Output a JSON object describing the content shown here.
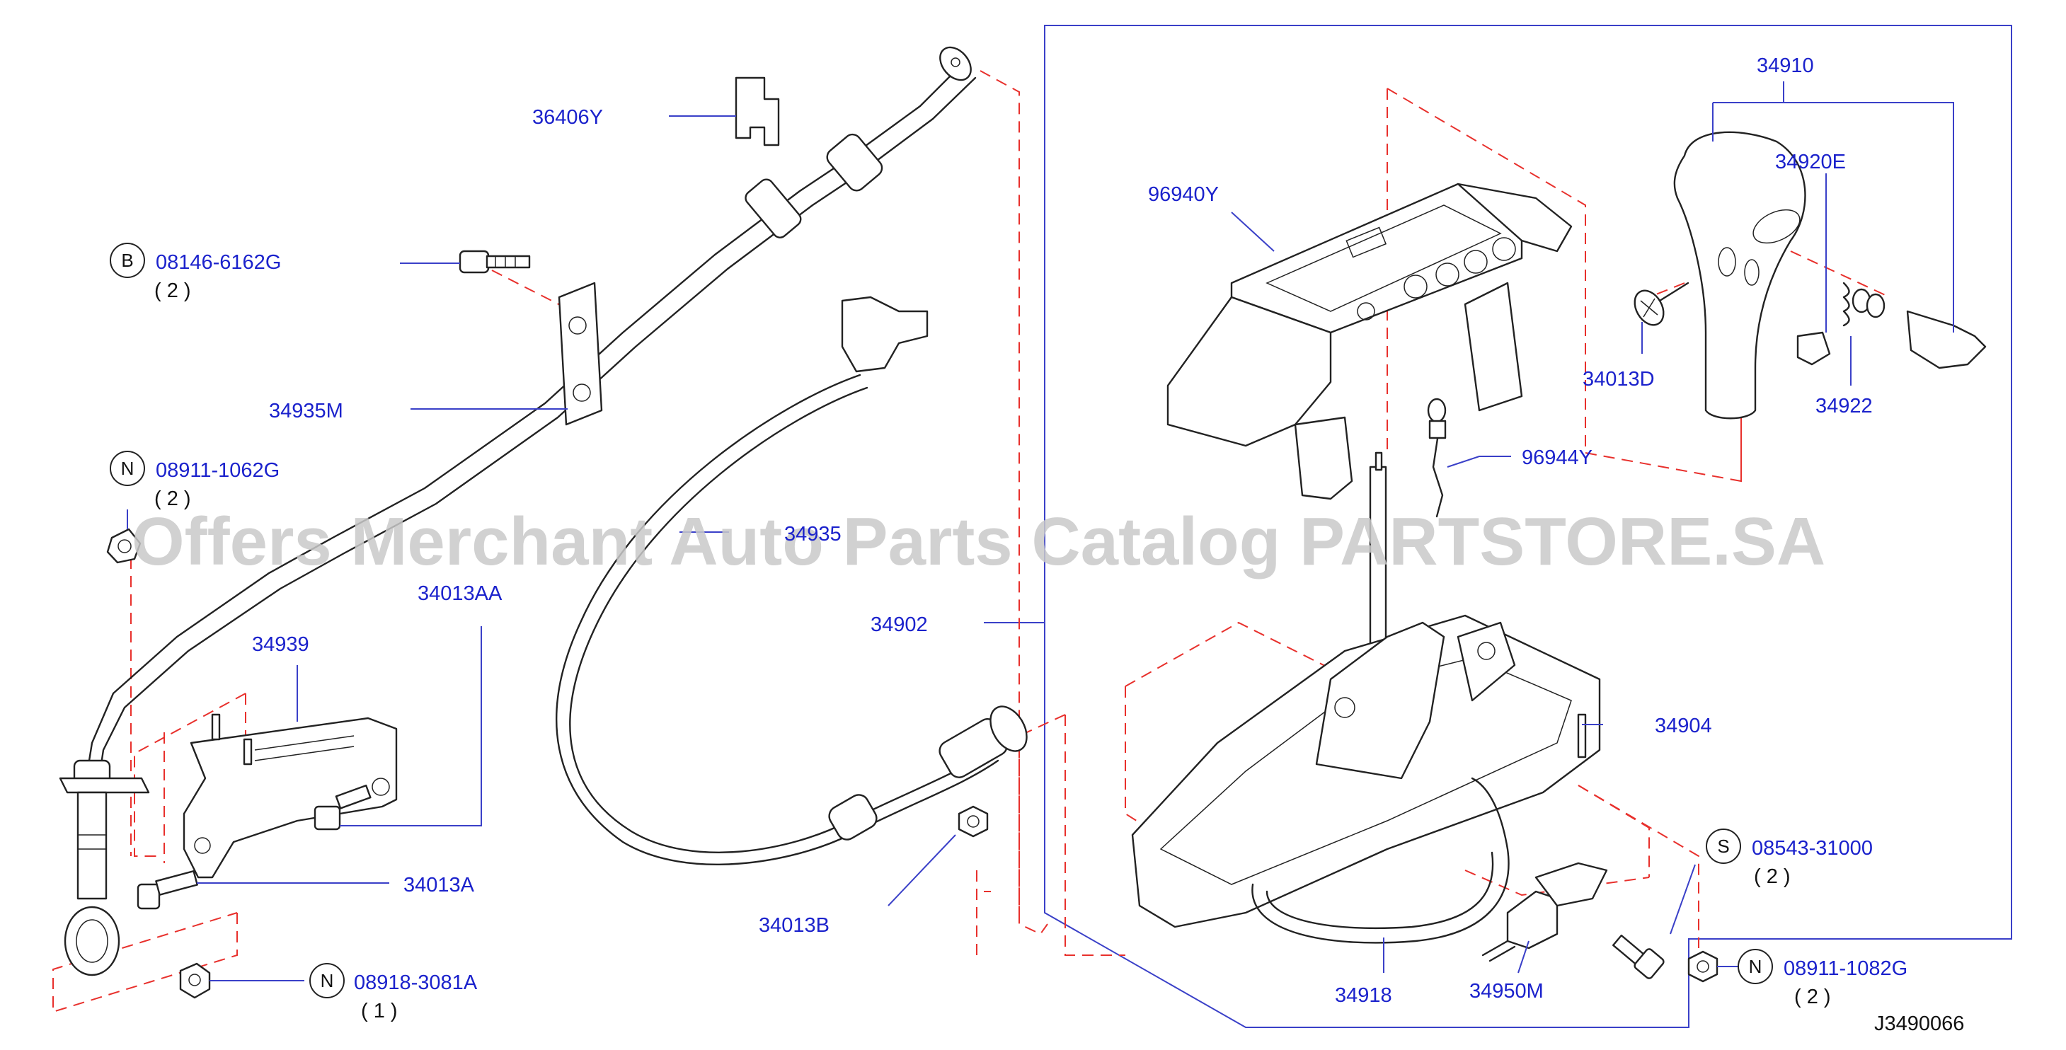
{
  "watermark": "Offers Merchant Auto Parts Catalog PARTSTORE.SA",
  "diagram_code": "J3490066",
  "prefix_letters": {
    "b": "B",
    "n": "N",
    "s": "S"
  },
  "labels": {
    "p36406Y": "36406Y",
    "p08146": "08146-6162G",
    "p08146_qty": "( 2 )",
    "p34935M": "34935M",
    "p08911_1062": "08911-1062G",
    "p08911_1062_qty": "( 2 )",
    "p34013AA": "34013AA",
    "p34939": "34939",
    "p34013A": "34013A",
    "p08918": "08918-3081A",
    "p08918_qty": "( 1 )",
    "p34935": "34935",
    "p34013B": "34013B",
    "p34902": "34902",
    "p96940Y": "96940Y",
    "p96944Y": "96944Y",
    "p34910": "34910",
    "p34920E": "34920E",
    "p34013D": "34013D",
    "p34922": "34922",
    "p34904": "34904",
    "p08543": "08543-31000",
    "p08543_qty": "( 2 )",
    "p08911_1082": "08911-1082G",
    "p08911_1082_qty": "( 2 )",
    "p34918": "34918",
    "p34950M": "34950M"
  }
}
